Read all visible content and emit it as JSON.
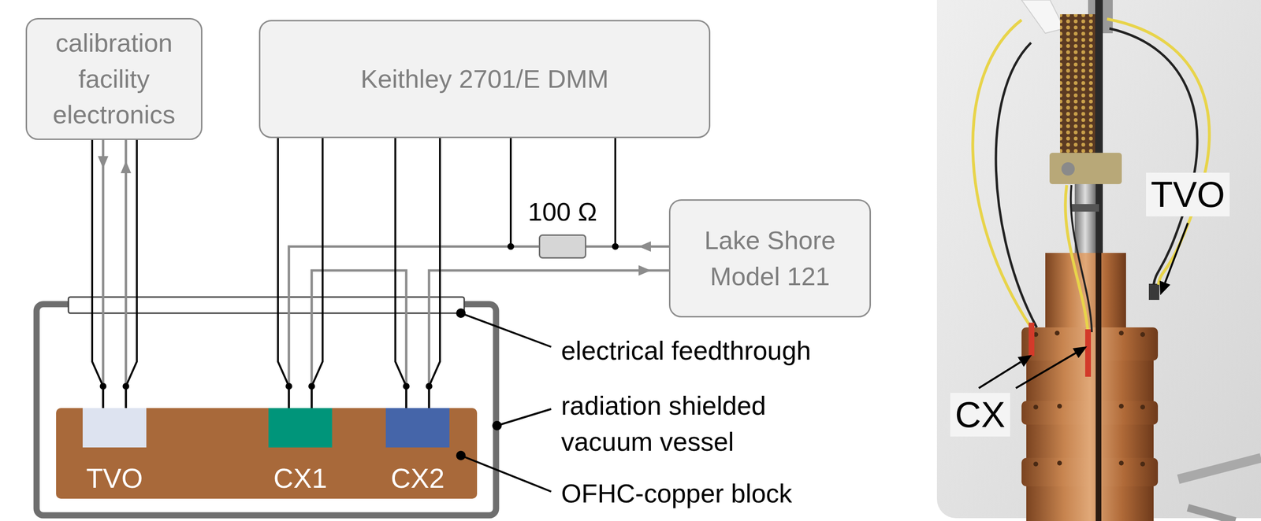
{
  "diagram": {
    "nodes": [
      {
        "text": [
          "calibration facility electronics"
        ]
      },
      {
        "text": [
          "Keithley 2701/E DMM"
        ]
      },
      {
        "text": [
          "100 Ω"
        ]
      },
      {
        "text": [
          "Lake Shore Model 121"
        ]
      },
      {
        "text": [
          "TVO"
        ]
      },
      {
        "text": [
          "CX1"
        ]
      },
      {
        "text": [
          "CX2"
        ]
      }
    ],
    "edges": [
      {
        "from": 0,
        "to": 4,
        "arrow": "both"
      },
      {
        "from": 1,
        "to": 5,
        "arrow": "none"
      },
      {
        "from": 1,
        "to": 6,
        "arrow": "none"
      },
      {
        "from": 1,
        "to": 2,
        "arrow": "none"
      },
      {
        "from": 3,
        "to": 2,
        "arrow": "to"
      },
      {
        "from": 2,
        "to": 5,
        "arrow": "none"
      },
      {
        "from": 5,
        "to": 6,
        "arrow": "none"
      },
      {
        "from": 6,
        "to": 3,
        "arrow": "to"
      }
    ],
    "labels": [
      "electrical feedthrough",
      "radiation shielded vacuum vessel",
      "OFHC-copper block",
      "TVO",
      "CX"
    ]
  }
}
